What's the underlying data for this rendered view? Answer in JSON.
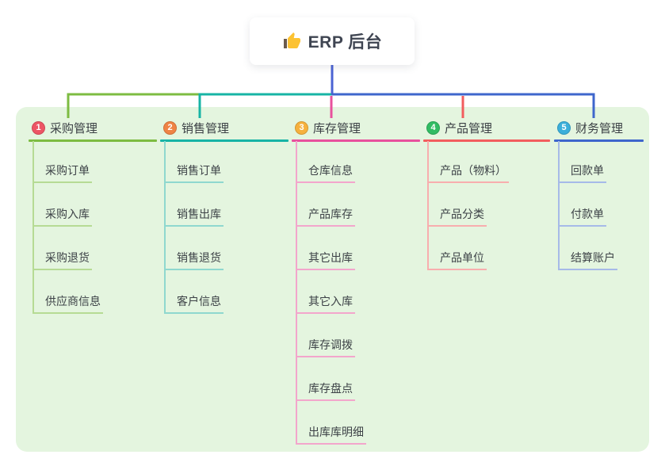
{
  "root": {
    "title": "ERP 后台",
    "icon": "thumbs-up-icon"
  },
  "branches": [
    {
      "index": "1",
      "label": "采购管理",
      "badge_color": "#ed5565",
      "line_color": "#7dbc42",
      "child_line_color": "#b6db94",
      "children": [
        "采购订单",
        "采购入库",
        "采购退货",
        "供应商信息"
      ]
    },
    {
      "index": "2",
      "label": "销售管理",
      "badge_color": "#ef8345",
      "line_color": "#17b4a5",
      "child_line_color": "#8fd8cf",
      "children": [
        "销售订单",
        "销售出库",
        "销售退货",
        "客户信息"
      ]
    },
    {
      "index": "3",
      "label": "库存管理",
      "badge_color": "#f6b13d",
      "line_color": "#e8519d",
      "child_line_color": "#f3a6cc",
      "children": [
        "仓库信息",
        "产品库存",
        "其它出库",
        "其它入库",
        "库存调拨",
        "库存盘点",
        "出库库明细"
      ]
    },
    {
      "index": "4",
      "label": "产品管理",
      "badge_color": "#31bc63",
      "line_color": "#f25d5e",
      "child_line_color": "#f8aeae",
      "children": [
        "产品（物料）",
        "产品分类",
        "产品单位"
      ]
    },
    {
      "index": "5",
      "label": "财务管理",
      "badge_color": "#3bafda",
      "line_color": "#3e66cc",
      "child_line_color": "#a6bae8",
      "children": [
        "回款单",
        "付款单",
        "结算账户"
      ]
    }
  ],
  "colors": {
    "canvas_bg": "#e4f5df",
    "trunk_line": "#4b63d4",
    "thumb_hand": "#fcc232",
    "thumb_sleeve": "#6b5b4e"
  }
}
